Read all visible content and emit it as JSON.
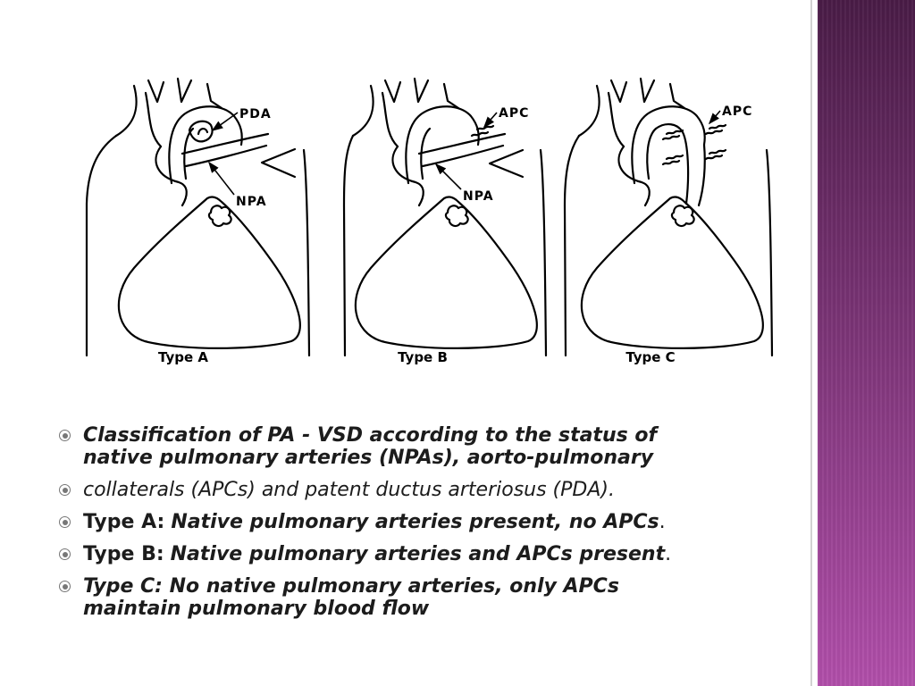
{
  "slide": {
    "diagram": {
      "panels": [
        {
          "caption": "Type A",
          "labels": {
            "pda": "PDA",
            "npa": "NPA"
          }
        },
        {
          "caption": "Type B",
          "labels": {
            "apc": "APC",
            "npa": "NPA"
          }
        },
        {
          "caption": "Type C",
          "labels": {
            "apc": "APC"
          }
        }
      ]
    },
    "bullet_icon": "circled-dot-bullet-icon",
    "bullets": [
      {
        "lines": [
          "Classification of PA - VSD according to the status of",
          "native pulmonary arteries (NPAs), aorto-pulmonary"
        ]
      },
      {
        "text": "collaterals (APCs) and patent ductus arteriosus (PDA)."
      },
      {
        "label": "Type A:",
        "text": "Native pulmonary arteries present, no APCs",
        "end": "."
      },
      {
        "label": "Type B:",
        "text": "Native pulmonary arteries and APCs present",
        "end": "."
      },
      {
        "lines": [
          "Type C: No native pulmonary arteries, only APCs",
          "maintain pulmonary blood flow"
        ]
      }
    ]
  },
  "colors": {
    "text": "#1c1c1c",
    "bullet": "#777777",
    "ink": "#000000",
    "sidebar_top": "#4a1c47",
    "sidebar_bottom": "#b24fab",
    "divider": "#d2d2d2"
  }
}
